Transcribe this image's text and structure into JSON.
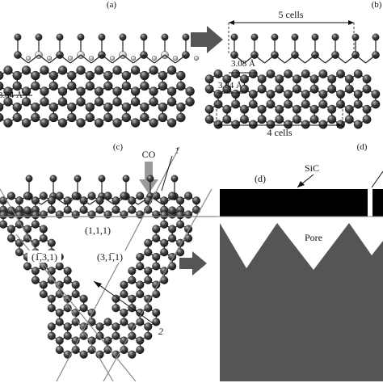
{
  "panels": {
    "a": {
      "label": "(a)",
      "measure": "3.84 Å"
    },
    "b": {
      "label": "(b)",
      "top_cells": "5 cells",
      "measure_top": "3.08 Å",
      "measure_mid": "3.84 Å",
      "bottom_cells": "4 cells"
    },
    "c": {
      "label": "(c)",
      "gas": "CO",
      "marker1": "1",
      "marker2": "2",
      "index_center": "(1,1,1)",
      "index_left": "(1̅,3,1)",
      "index_right": "(3,1̅,1)"
    },
    "d": {
      "label": "(d)",
      "inner_label": "(d)",
      "film_label": "SiC",
      "pore_label": "Pore"
    }
  },
  "colors": {
    "atom_dark": "#2a2a2a",
    "atom_light": "#bdbdbd",
    "film": "#000000",
    "substrate": "#555555",
    "arrow": "#555555"
  },
  "icons": {
    "transition_arrow": "right-arrow-icon",
    "gas_arrow": "down-arrow-icon"
  }
}
